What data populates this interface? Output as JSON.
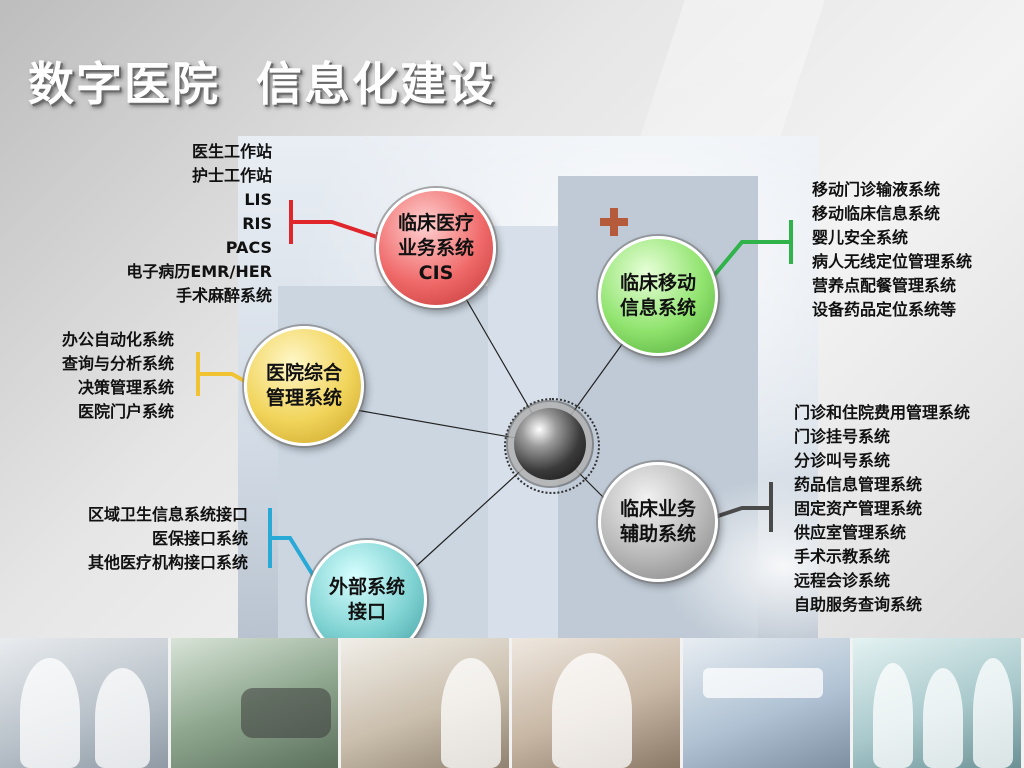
{
  "title": "数字医院  信息化建设",
  "hub": {
    "label": ""
  },
  "nodes": {
    "cis": {
      "lines": [
        "临床医疗",
        "业务系统",
        "CIS"
      ]
    },
    "mobile": {
      "lines": [
        "临床移动",
        "信息系统"
      ]
    },
    "admin": {
      "lines": [
        "医院综合",
        "管理系统"
      ]
    },
    "aux": {
      "lines": [
        "临床业务",
        "辅助系统"
      ]
    },
    "ext": {
      "lines": [
        "外部系统",
        "接口"
      ]
    }
  },
  "lists": {
    "cis": [
      "医生工作站",
      "护士工作站",
      "LIS",
      "RIS",
      "PACS",
      "电子病历EMR/HER",
      "手术麻醉系统"
    ],
    "admin": [
      "办公自动化系统",
      "查询与分析系统",
      "决策管理系统",
      "医院门户系统"
    ],
    "ext": [
      "区域卫生信息系统接口",
      "医保接口系统",
      "其他医疗机构接口系统"
    ],
    "mobile": [
      "移动门诊输液系统",
      "移动临床信息系统",
      "婴儿安全系统",
      "病人无线定位管理系统",
      "营养点配餐管理系统",
      "设备药品定位系统等"
    ],
    "aux": [
      "门诊和住院费用管理系统",
      "门诊挂号系统",
      "分诊叫号系统",
      "药品信息管理系统",
      "固定资产管理系统",
      "供应室管理系统",
      "手术示教系统",
      "远程会诊系统",
      "自助服务查询系统"
    ]
  },
  "colors": {
    "cis": "#e0262b",
    "mobile": "#2fb34a",
    "admin": "#f1c232",
    "aux": "#4a4a4a",
    "ext": "#29a9d6"
  },
  "photos": [
    "doctor-consult-photo",
    "handheld-scanner-photo",
    "patient-care-photo",
    "doctor-pda-photo",
    "wristband-photo",
    "ward-nurses-photo"
  ]
}
